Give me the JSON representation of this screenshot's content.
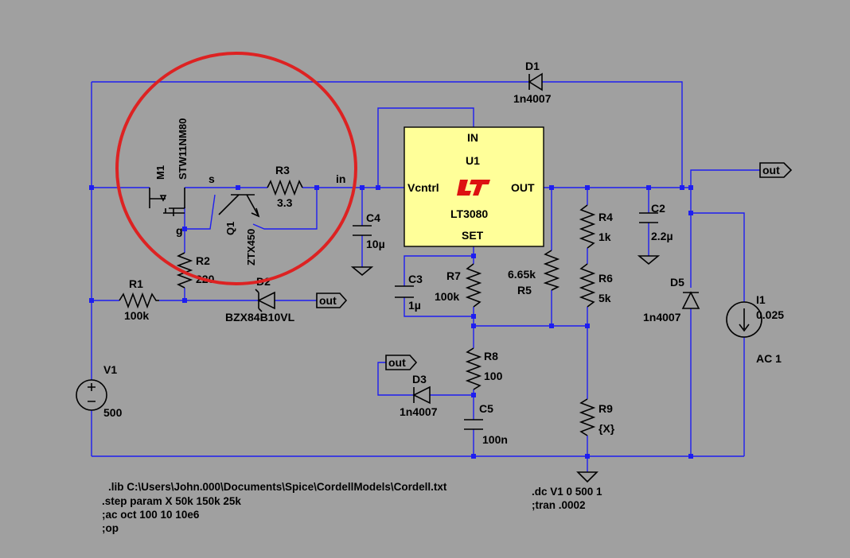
{
  "window": {
    "background": "#a0a0a0",
    "wire_color": "#1e1ef0",
    "highlight_color": "#dd2222",
    "chip_fill": "#ffff99",
    "logo_color": "#dd1111"
  },
  "components": {
    "d1": {
      "ref": "D1",
      "value": "1n4007"
    },
    "m1": {
      "ref": "M1",
      "value": "STW11NM80"
    },
    "q1": {
      "ref": "Q1",
      "value": "ZTX450"
    },
    "r3": {
      "ref": "R3",
      "value": "3.3"
    },
    "r2": {
      "ref": "R2",
      "value": "220"
    },
    "r1": {
      "ref": "R1",
      "value": "100k"
    },
    "d2": {
      "ref": "D2",
      "value": "BZX84B10VL"
    },
    "c4": {
      "ref": "C4",
      "value": "10µ"
    },
    "u1": {
      "ref": "U1",
      "part": "LT3080",
      "pin_in": "IN",
      "pin_vcntrl": "Vcntrl",
      "pin_out": "OUT",
      "pin_set": "SET"
    },
    "r4": {
      "ref": "R4",
      "value": "1k"
    },
    "r5": {
      "ref": "R5",
      "value": "6.65k"
    },
    "r6": {
      "ref": "R6",
      "value": "5k"
    },
    "r7": {
      "ref": "R7",
      "value": "100k"
    },
    "c3": {
      "ref": "C3",
      "value": "1µ"
    },
    "c2": {
      "ref": "C2",
      "value": "2.2µ"
    },
    "d5": {
      "ref": "D5",
      "value": "1n4007"
    },
    "i1": {
      "ref": "I1",
      "value": "0.025",
      "extra": "AC 1"
    },
    "r8": {
      "ref": "R8",
      "value": "100"
    },
    "d3": {
      "ref": "D3",
      "value": "1n4007"
    },
    "c5": {
      "ref": "C5",
      "value": "100n"
    },
    "r9": {
      "ref": "R9",
      "value": "{X}"
    },
    "v1": {
      "ref": "V1",
      "value": "500"
    }
  },
  "nets": {
    "s": "s",
    "g": "g",
    "in": "in",
    "out": "out"
  },
  "directives": {
    "left": [
      ".lib C:\\Users\\John.000\\Documents\\Spice\\CordellModels\\Cordell.txt",
      ".step param X 50k 150k 25k",
      ";ac oct 100 10 10e6",
      ";op"
    ],
    "right": [
      ".dc V1 0 500 1",
      ";tran .0002"
    ]
  }
}
